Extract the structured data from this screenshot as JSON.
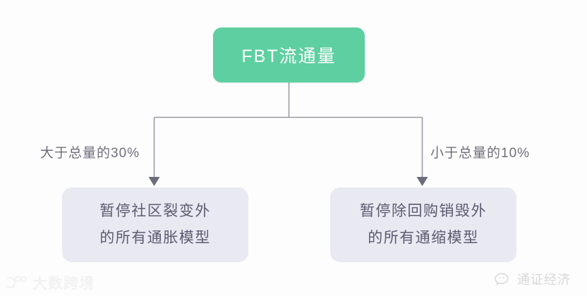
{
  "diagram": {
    "type": "flowchart",
    "orientation": "top-down",
    "root": {
      "label": "FBT流通量",
      "color": "#5ECFA0",
      "text_color": "#FFFFFF"
    },
    "branches": [
      {
        "condition_label": "大于总量的30%",
        "target": {
          "line1": "暂停社区裂变外",
          "line2": "的所有通胀模型",
          "color": "#E9E9F2",
          "text_color": "#5B5B71"
        }
      },
      {
        "condition_label": "小于总量的10%",
        "target": {
          "line1": "暂停除回购销毁外",
          "line2": "的所有通缩模型",
          "color": "#E9E9F2",
          "text_color": "#5B5B71"
        }
      }
    ],
    "connector_color": "#9A9AA8",
    "background": "#FDFDFD"
  },
  "watermarks": {
    "bottom_left": {
      "text": "大数跨境",
      "icon": "dashu-logo-icon",
      "color": "#F2F2F2"
    },
    "bottom_right": {
      "text": "通证经济",
      "icon": "wechat-bubble-icon",
      "color": "#D8D8D8"
    }
  }
}
